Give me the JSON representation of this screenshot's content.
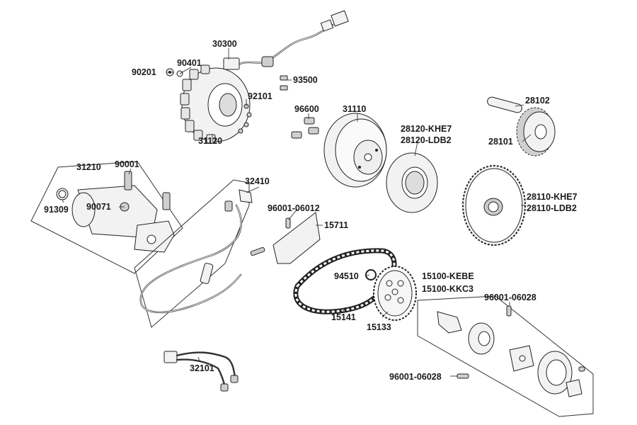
{
  "labels": {
    "l30300": "30300",
    "l90401": "90401",
    "l90201": "90201",
    "l93500": "93500",
    "l92101": "92101",
    "l31120": "31120",
    "l96600": "96600",
    "l31110": "31110",
    "l28120a": "28120-KHE7",
    "l28120b": "28120-LDB2",
    "l28102": "28102",
    "l28101": "28101",
    "l31210": "31210",
    "l90001": "90001",
    "l91309": "91309",
    "l90071": "90071",
    "l32410": "32410",
    "l96001a": "96001-06012",
    "l15711": "15711",
    "l28110a": "28110-KHE7",
    "l28110b": "28110-LDB2",
    "l94510": "94510",
    "l15100a": "15100-KEBE",
    "l15100b": "15100-KKC3",
    "l96001b": "96001-06028",
    "l15141": "15141",
    "l15133": "15133",
    "l32101": "32101",
    "l96001c": "96001-06028"
  }
}
